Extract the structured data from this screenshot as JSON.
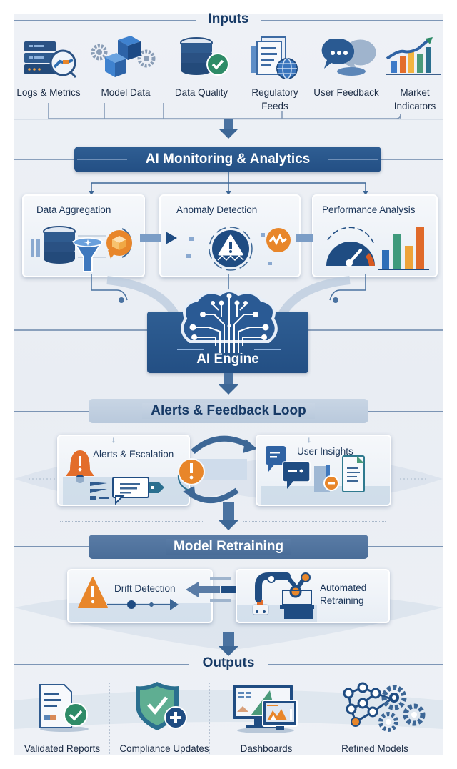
{
  "sections": {
    "inputs": {
      "title": "Inputs",
      "items": [
        {
          "label": "Logs & Metrics",
          "icon": "server-gauge-icon"
        },
        {
          "label": "Model Data",
          "icon": "cubes-gears-icon"
        },
        {
          "label": "Data Quality",
          "icon": "database-check-icon"
        },
        {
          "label": "Regulatory Feeds",
          "icon": "documents-globe-icon"
        },
        {
          "label": "User Feedback",
          "icon": "chat-bubbles-icon"
        },
        {
          "label": "Market Indicators",
          "icon": "bar-chart-trend-icon"
        }
      ]
    },
    "monitoring": {
      "title": "AI Monitoring & Analytics",
      "cards": [
        {
          "title": "Data Aggregation",
          "icon": "database-funnel-icon"
        },
        {
          "title": "Anomaly Detection",
          "icon": "warning-shield-icon"
        },
        {
          "title": "Performance Analysis",
          "icon": "gauge-bars-icon"
        }
      ]
    },
    "engine": {
      "title": "AI Engine",
      "icon": "brain-circuit-icon"
    },
    "alerts": {
      "title": "Alerts & Feedback Loop",
      "cards": [
        {
          "title": "Alerts & Escalation",
          "icon": "bell-alert-icon"
        },
        {
          "title": "User Insights",
          "icon": "chat-document-icon"
        }
      ]
    },
    "retraining": {
      "title": "Model Retraining",
      "cards": [
        {
          "title": "Drift Detection",
          "icon": "warning-triangle-icon"
        },
        {
          "title": "Automated Retraining",
          "title_line1": "Automated",
          "title_line2": "Retraining",
          "icon": "robot-arm-icon"
        }
      ]
    },
    "outputs": {
      "title": "Outputs",
      "items": [
        {
          "label": "Validated Reports",
          "icon": "report-check-icon"
        },
        {
          "label": "Compliance Updates",
          "icon": "shield-plus-icon"
        },
        {
          "label": "Dashboards",
          "icon": "monitor-dashboard-icon"
        },
        {
          "label": "Refined Models",
          "icon": "network-gears-icon"
        }
      ]
    }
  },
  "input_labels_split": {
    "regulatory_line1": "Regulatory",
    "regulatory_line2": "Feeds",
    "market_line1": "Market",
    "market_line2": "Indicators"
  },
  "colors": {
    "primary_navy": "#234f84",
    "accent_orange": "#e8862a",
    "success_green": "#2e8b67",
    "background": "#eef1f6"
  }
}
